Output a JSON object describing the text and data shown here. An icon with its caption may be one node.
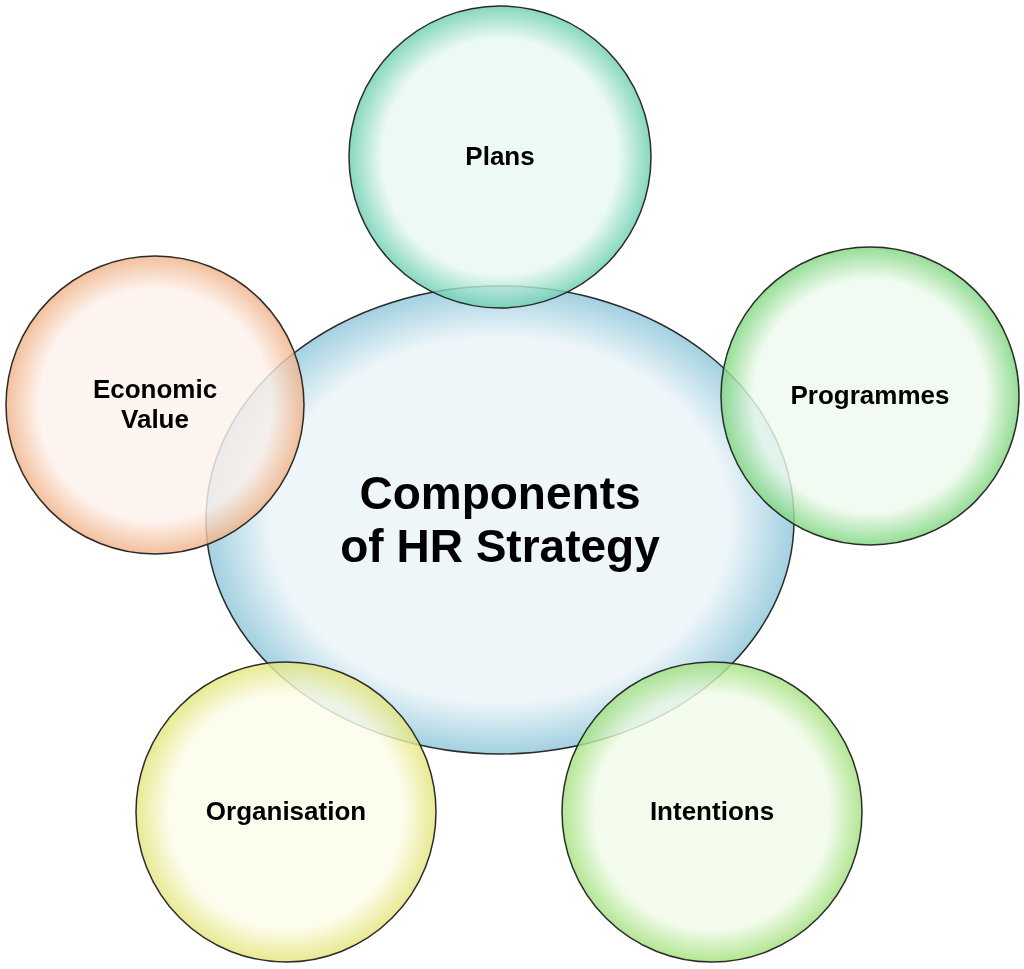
{
  "diagram": {
    "nodes": [
      {
        "text": [
          "Components of HR Strategy"
        ]
      },
      {
        "text": [
          "Plans"
        ]
      },
      {
        "text": [
          "Programmes"
        ]
      },
      {
        "text": [
          "Intentions"
        ]
      },
      {
        "text": [
          "Organisation"
        ]
      },
      {
        "text": [
          "Economic Value"
        ]
      }
    ]
  }
}
